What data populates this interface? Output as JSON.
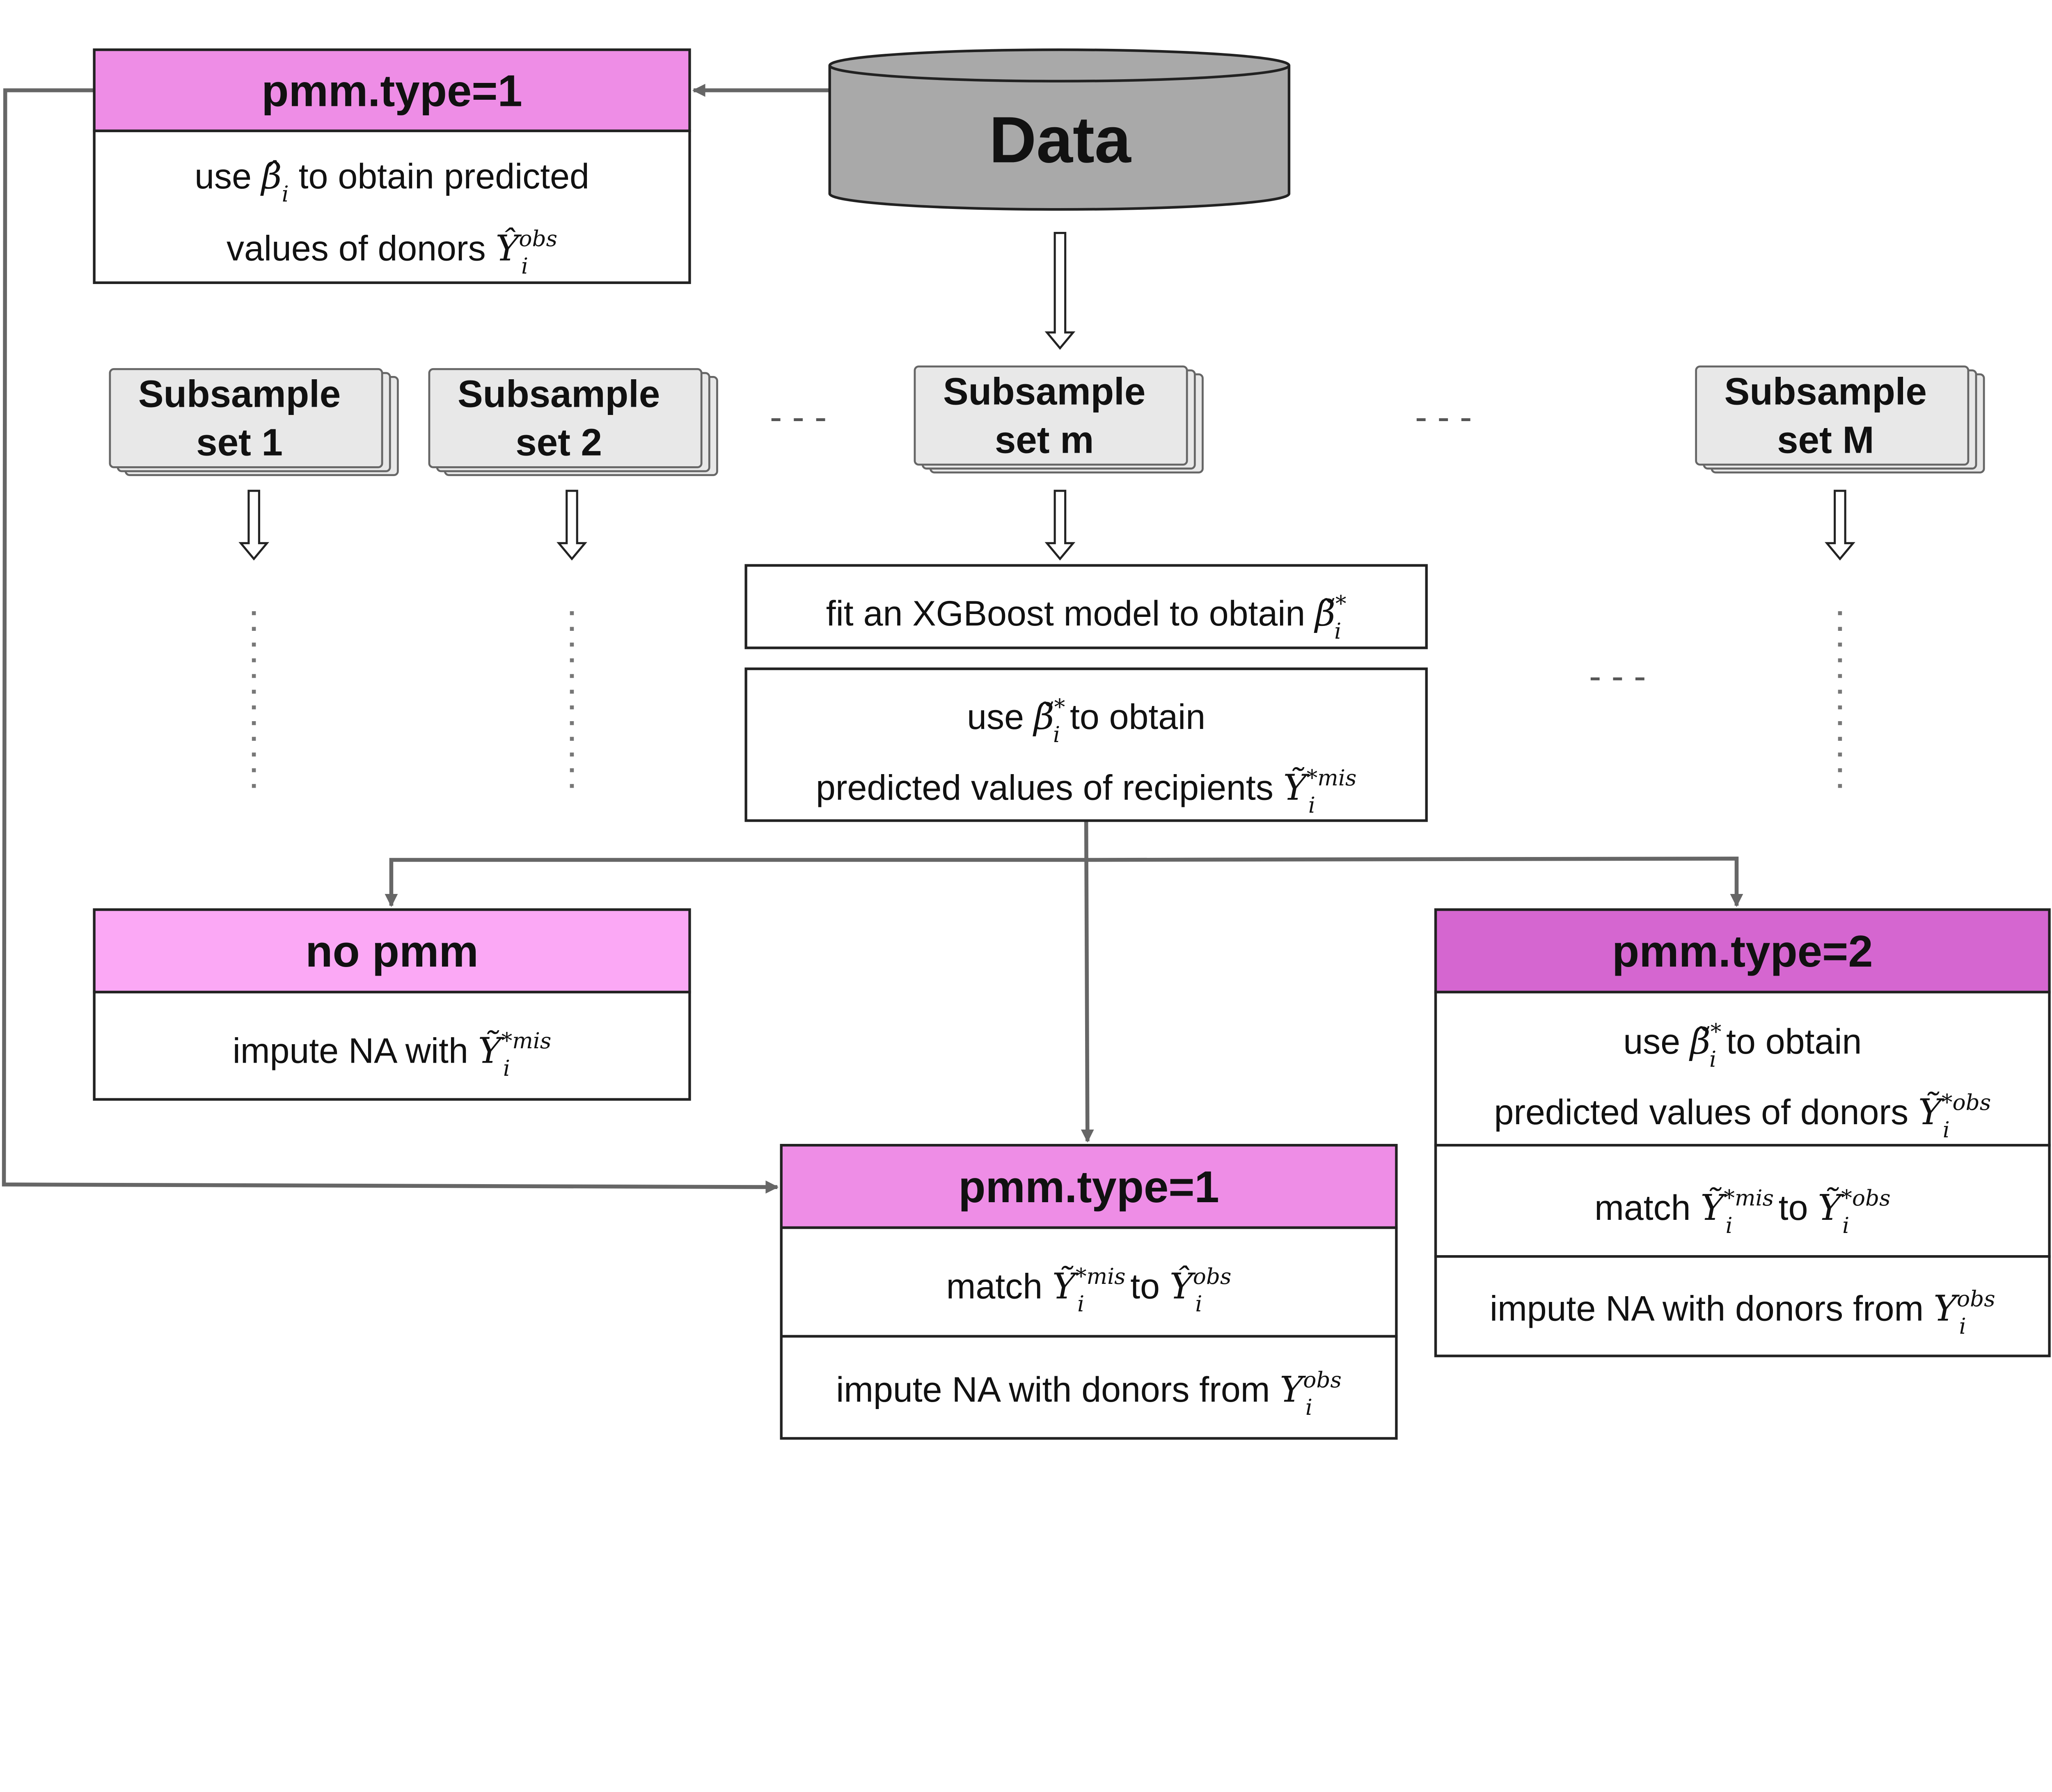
{
  "colors": {
    "pmm1": "#ee8de6",
    "nopmm": "#fba8f5",
    "pmm2": "#d566d0",
    "data": "#a9a9a9",
    "subsample": "#e8e8e8"
  },
  "data_label": "Data",
  "pmm1_top": {
    "header": "pmm.type=1",
    "lines": [
      [
        {
          "t": "use "
        },
        {
          "m": {
            "base": "β̂",
            "sub": "i"
          }
        },
        {
          "t": "  to obtain predicted"
        }
      ],
      [
        {
          "t": "values of donors "
        },
        {
          "m": {
            "base": "Ŷ",
            "sup": "obs",
            "sub": "i"
          }
        }
      ]
    ]
  },
  "subsamples": [
    {
      "line1": "Subsample",
      "line2": "set 1"
    },
    {
      "line1": "Subsample",
      "line2": "set 2"
    },
    {
      "line1": "Subsample",
      "line2": "set m"
    },
    {
      "line1": "Subsample",
      "line2": "set M"
    }
  ],
  "ellipsis": "- - -",
  "fit_box": [
    {
      "t": "fit an XGBoost model to obtain "
    },
    {
      "m": {
        "base": "β̃",
        "sup": "*",
        "sub": "i"
      }
    }
  ],
  "use_box": [
    [
      {
        "t": "use "
      },
      {
        "m": {
          "base": "β̃",
          "sup": "*",
          "sub": "i"
        }
      },
      {
        "t": "  to obtain"
      }
    ],
    [
      {
        "t": "predicted values of recipients "
      },
      {
        "m": {
          "base": "Ỹ",
          "sup": "*mis",
          "sub": "i"
        }
      }
    ]
  ],
  "nopmm": {
    "header": "no pmm",
    "lines": [
      [
        {
          "t": "impute NA with "
        },
        {
          "m": {
            "base": "Ỹ",
            "sup": "*mis",
            "sub": "i"
          }
        }
      ]
    ]
  },
  "pmm2": {
    "header": "pmm.type=2",
    "lines": [
      [
        {
          "t": "use "
        },
        {
          "m": {
            "base": "β̃",
            "sup": "*",
            "sub": "i"
          }
        },
        {
          "t": "  to obtain"
        }
      ],
      [
        {
          "t": "predicted values of donors "
        },
        {
          "m": {
            "base": "Ỹ",
            "sup": "*obs",
            "sub": "i"
          }
        }
      ],
      [
        {
          "t": "match "
        },
        {
          "m": {
            "base": "Ỹ",
            "sup": "*mis",
            "sub": "i"
          }
        },
        {
          "t": "  to "
        },
        {
          "m": {
            "base": "Ỹ",
            "sup": "*obs",
            "sub": "i"
          }
        }
      ],
      [
        {
          "t": "impute NA with donors from "
        },
        {
          "m": {
            "base": "Y",
            "sup": "obs",
            "sub": "i"
          }
        }
      ]
    ]
  },
  "pmm1_bottom": {
    "header": "pmm.type=1",
    "lines": [
      [
        {
          "t": "match "
        },
        {
          "m": {
            "base": "Ỹ",
            "sup": "*mis",
            "sub": "i"
          }
        },
        {
          "t": "  to "
        },
        {
          "m": {
            "base": "Ŷ",
            "sup": "obs",
            "sub": "i"
          }
        }
      ],
      [
        {
          "t": "impute NA with donors from "
        },
        {
          "m": {
            "base": "Y",
            "sup": "obs",
            "sub": "i"
          }
        }
      ]
    ]
  }
}
